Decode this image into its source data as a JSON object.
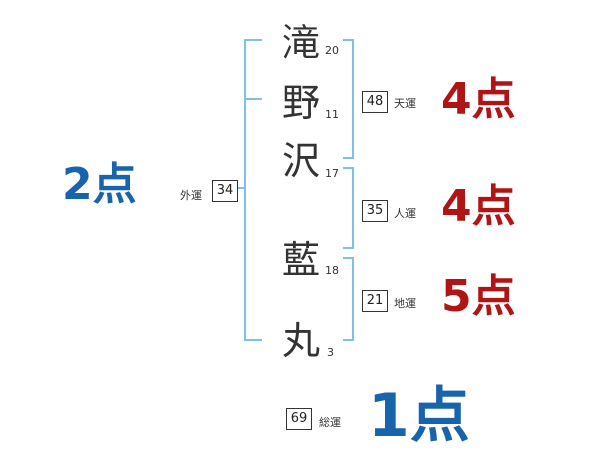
{
  "name_chars": [
    {
      "char": "滝",
      "strokes": "20"
    },
    {
      "char": "野",
      "strokes": "11"
    },
    {
      "char": "沢",
      "strokes": "17"
    },
    {
      "char": "藍",
      "strokes": "18"
    },
    {
      "char": "丸",
      "strokes": "3"
    }
  ],
  "gaiun": {
    "label": "外運",
    "value": "34",
    "score": "2点"
  },
  "tenun": {
    "label": "天運",
    "value": "48",
    "score": "4点"
  },
  "jinun": {
    "label": "人運",
    "value": "35",
    "score": "4点"
  },
  "chiun": {
    "label": "地運",
    "value": "21",
    "score": "5点"
  },
  "souun": {
    "label": "総運",
    "value": "69",
    "score": "1点"
  },
  "colors": {
    "bracket": "#7fc1e0",
    "red": "#b01515",
    "blue": "#1764ad",
    "text": "#333333"
  }
}
